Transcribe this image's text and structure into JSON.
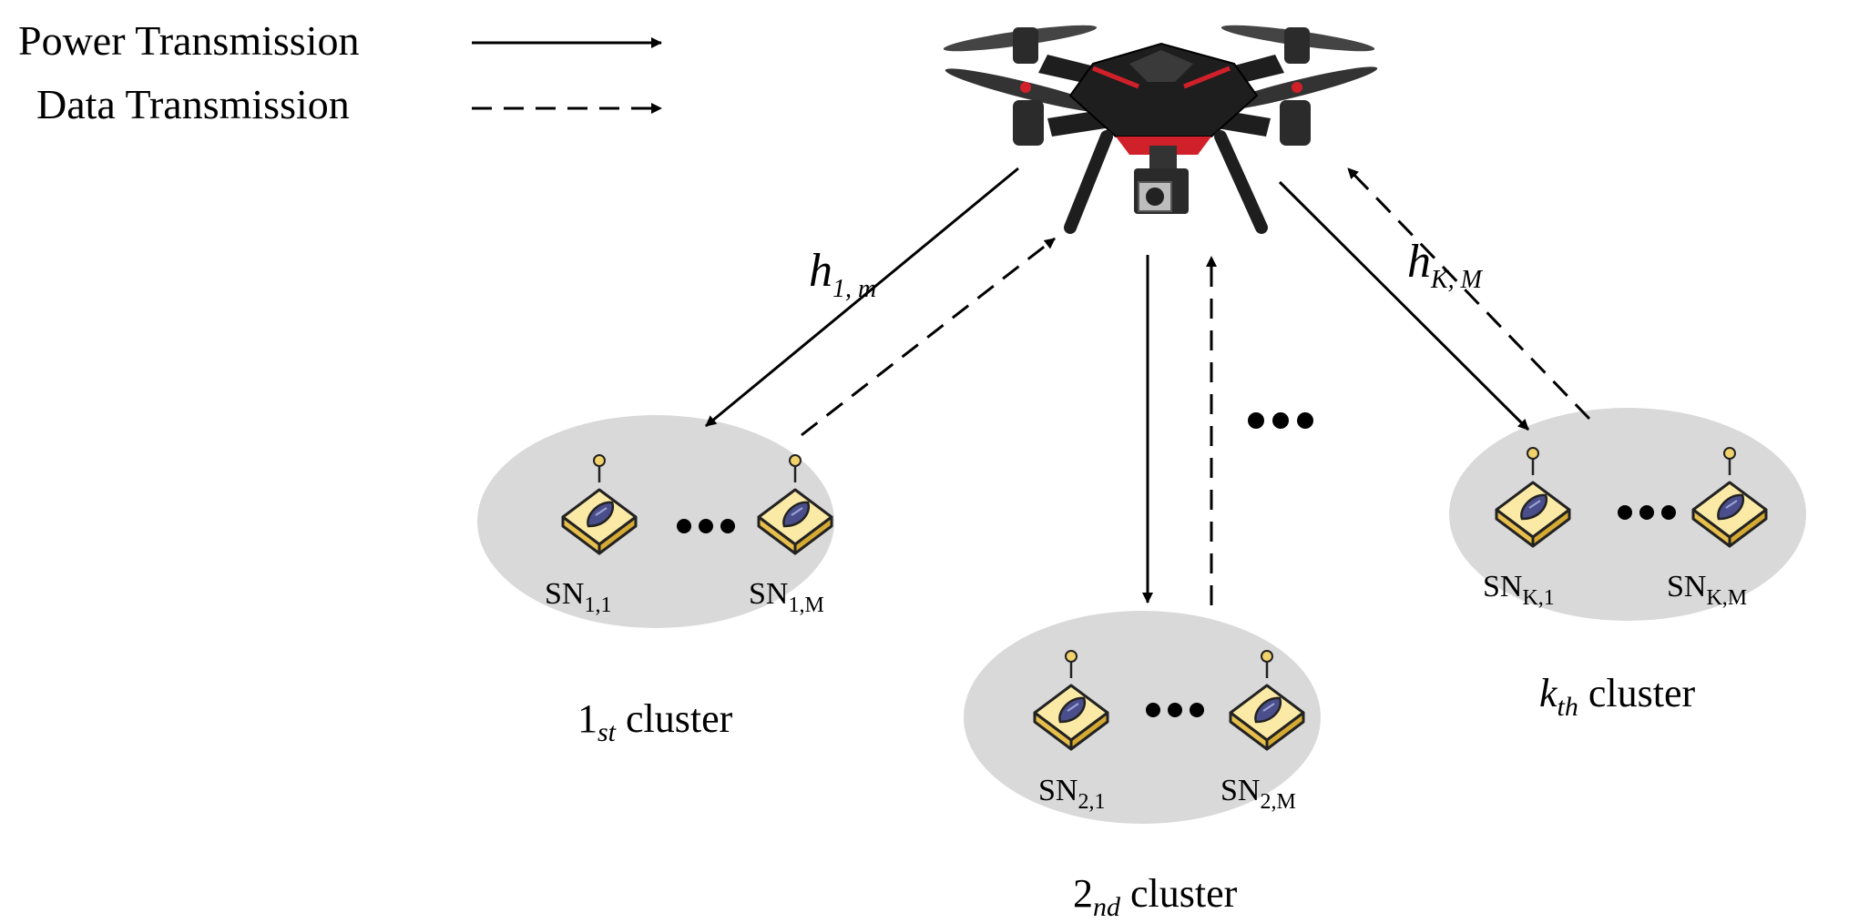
{
  "legend": {
    "power_label": "Power Transmission",
    "data_label": "Data Transmission"
  },
  "channels": {
    "left": {
      "symbol": "h",
      "sub": "1, m"
    },
    "right": {
      "symbol": "h",
      "sub": "K, M"
    }
  },
  "clusters": [
    {
      "index": "1",
      "suffix": "st",
      "word": "cluster",
      "sensors": [
        {
          "prefix": "SN",
          "sub": "1,1"
        },
        {
          "prefix": "SN",
          "sub": "1,M"
        }
      ]
    },
    {
      "index": "2",
      "suffix": "nd",
      "word": "cluster",
      "sensors": [
        {
          "prefix": "SN",
          "sub": "2,1"
        },
        {
          "prefix": "SN",
          "sub": "2,M"
        }
      ]
    },
    {
      "index": "k",
      "suffix": "th",
      "word": "cluster",
      "sensors": [
        {
          "prefix": "SN",
          "sub": "K,1"
        },
        {
          "prefix": "SN",
          "sub": "K,M"
        }
      ]
    }
  ],
  "colors": {
    "cluster_fill": "#d9d9d9",
    "sensor_body": "#f2d26a",
    "sensor_top": "#fbe9a6",
    "sensor_lens": "#4a4f8c",
    "drone_body": "#1e1e1e",
    "drone_accent": "#d0202a"
  },
  "icons": [
    "uav-drone-icon",
    "sensor-node-icon",
    "ellipsis-icon",
    "arrow-icon"
  ]
}
